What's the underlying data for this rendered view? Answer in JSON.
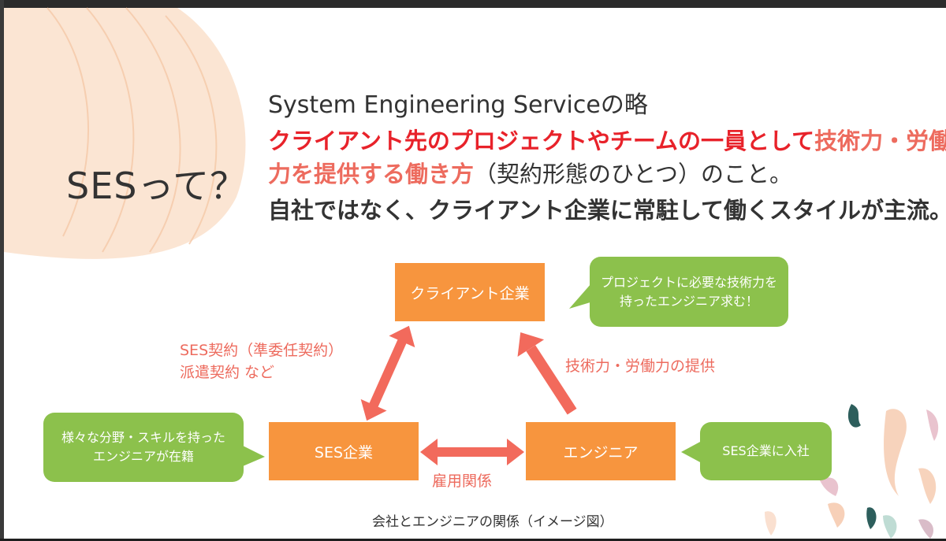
{
  "slide": {
    "title": "SESって？",
    "definition": "System Engineering Serviceの略",
    "line2_red": "クライアント先のプロジェクトやチームの一員として",
    "line2_salmon": "技術力・労働",
    "line3_salmon": "力を提供する働き方",
    "line3_dark": "（契約形態のひとつ）のこと。",
    "line4": "自社ではなく、クライアント企業に常駐して働くスタイルが主流。"
  },
  "diagram": {
    "nodes": {
      "client": "クライアント企業",
      "ses": "SES企業",
      "engineer": "エンジニア"
    },
    "callouts": {
      "client": [
        "プロジェクトに必要な技術力を",
        "持ったエンジニア求む！"
      ],
      "ses": [
        "様々な分野・スキルを持った",
        "エンジニアが在籍"
      ],
      "engineer": "SES企業に入社"
    },
    "edges": {
      "contract_line1": "SES契約（準委任契約）",
      "contract_line2": "派遣契約 など",
      "provision": "技術力・労働力の提供",
      "employment": "雇用関係"
    },
    "caption": "会社とエンジニアの関係（イメージ図）"
  },
  "colors": {
    "node_fill": "#f7953e",
    "callout_fill": "#8cc14c",
    "arrow": "#f26a5c",
    "emphasis_red": "#e8222a",
    "emphasis_salmon": "#ed6b5e",
    "decor_peach": "#f9dcc4",
    "decor_teal": "#2d5e5c"
  }
}
